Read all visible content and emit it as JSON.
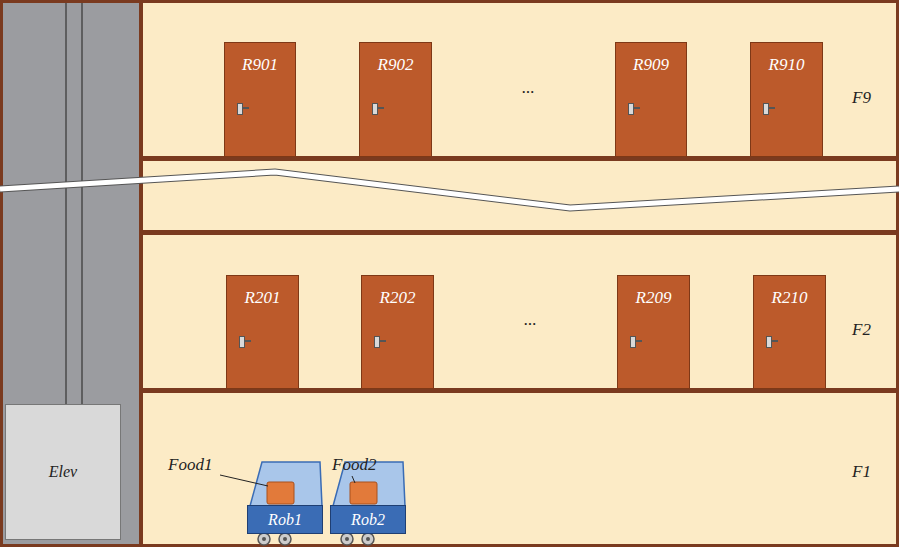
{
  "diagram": {
    "nodes": [
      {
        "text": [
          "R901"
        ]
      },
      {
        "text": [
          "R902"
        ]
      },
      {
        "text": [
          "R909"
        ]
      },
      {
        "text": [
          "R910"
        ]
      },
      {
        "text": [
          "R201"
        ]
      },
      {
        "text": [
          "R202"
        ]
      },
      {
        "text": [
          "R209"
        ]
      },
      {
        "text": [
          "R210"
        ]
      },
      {
        "text": [
          "Elev"
        ]
      },
      {
        "text": [
          "Rob1"
        ]
      },
      {
        "text": [
          "Rob2"
        ]
      }
    ],
    "labels": [
      "...",
      "F9",
      "...",
      "F2",
      "Food1",
      "Food2",
      "F1"
    ]
  }
}
